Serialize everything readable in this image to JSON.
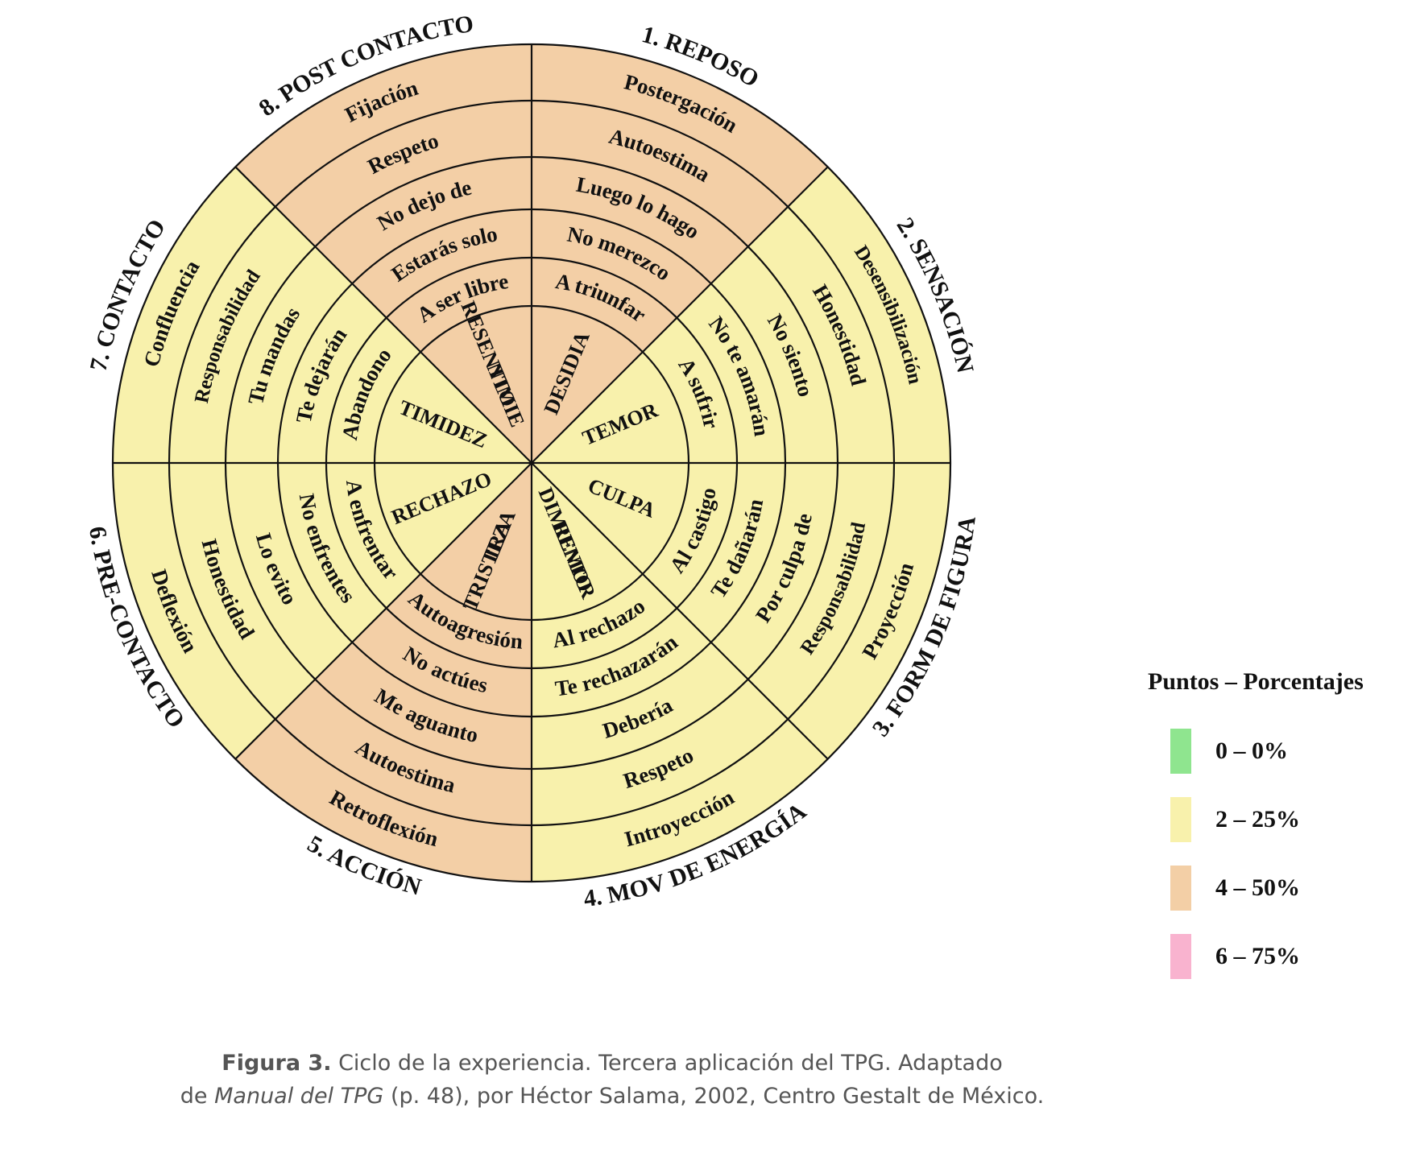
{
  "colors": {
    "ring_lines": "#111111",
    "levels": {
      "low": "#f8f1ac",
      "mid": "#f3cfa6"
    }
  },
  "sectors": [
    {
      "number_label": "1. REPOSO",
      "level": "mid",
      "rings": [
        "Postergación",
        "Autoestima",
        "Luego lo hago",
        "No merezco",
        "A triunfar"
      ],
      "core": [
        "DESIDIA"
      ]
    },
    {
      "number_label": "2. SENSACIÓN",
      "level": "low",
      "rings": [
        "Desensibilización",
        "Honestidad",
        "No siento",
        "No te amarán",
        "A sufrir"
      ],
      "core": [
        "TEMOR"
      ]
    },
    {
      "number_label": "3. FORM DE FIGURA",
      "level": "low",
      "rings": [
        "Proyección",
        "Responsabilidad",
        "Por culpa de",
        "Te dañarán",
        "Al castigo"
      ],
      "core": [
        "CULPA"
      ]
    },
    {
      "number_label": "4. MOV DE ENERGÍA",
      "level": "low",
      "rings": [
        "Introyección",
        "Respeto",
        "Debería",
        "Te rechazarán",
        "Al rechazo"
      ],
      "core": [
        "REMOR",
        "DIMIENTO"
      ]
    },
    {
      "number_label": "5. ACCIÓN",
      "level": "mid",
      "rings": [
        "Retroflexión",
        "Autoestima",
        "Me aguanto",
        "No actúes",
        "Autoagresión"
      ],
      "core": [
        "TRISTEZA",
        "IRA"
      ]
    },
    {
      "number_label": "6. PRE-CONTACTO",
      "level": "low",
      "rings": [
        "Deflexión",
        "Honestidad",
        "Lo evito",
        "No enfrentes",
        "A enfrentar"
      ],
      "core": [
        "RECHAZO"
      ]
    },
    {
      "number_label": "7. CONTACTO",
      "level": "low",
      "rings": [
        "Confluencia",
        "Responsabilidad",
        "Tu mandas",
        "Te dejarán",
        "Abandono"
      ],
      "core": [
        "TIMIDEZ"
      ]
    },
    {
      "number_label": "8. POST CONTACTO",
      "level": "mid",
      "rings": [
        "Fijación",
        "Respeto",
        "No dejo de",
        "Estarás solo",
        "A ser libre"
      ],
      "core": [
        "RESENTIMIE",
        "NTO"
      ]
    }
  ],
  "legend": {
    "title": "Puntos – Porcentajes",
    "items": [
      {
        "label": "0 – 0%",
        "color": "#8fe58f"
      },
      {
        "label": "2 – 25%",
        "color": "#f8f1ac"
      },
      {
        "label": "4 – 50%",
        "color": "#f3cfa6"
      },
      {
        "label": "6 – 75%",
        "color": "#f9b3cf"
      }
    ]
  },
  "caption": {
    "prefix": "Figura 3.",
    "line1": "Ciclo de la experiencia. Tercera aplicación del TPG. Adaptado",
    "line2_pre": "de",
    "line2_title": "Manual del TPG",
    "line2_post": "(p. 48), por Héctor Salama, 2002, Centro Gestalt de México."
  }
}
